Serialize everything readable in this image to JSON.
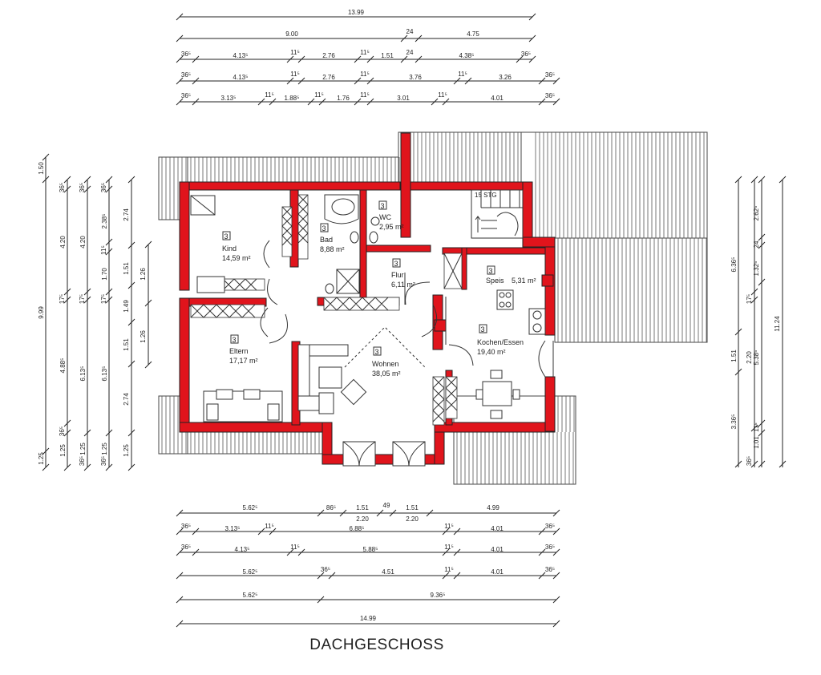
{
  "title": "DACHGESCHOSS",
  "colors": {
    "wall": "#e0141c",
    "line": "#222222",
    "background": "#ffffff"
  },
  "rooms": [
    {
      "id": "kind",
      "num": "3",
      "name": "Kind",
      "area": "14,59 m²"
    },
    {
      "id": "bad",
      "num": "3",
      "name": "Bad",
      "area": "8,88 m²"
    },
    {
      "id": "wc",
      "num": "3",
      "name": "WC",
      "area": "2,95 m²"
    },
    {
      "id": "flur",
      "num": "3",
      "name": "Flur",
      "area": "6,11 m²"
    },
    {
      "id": "speis",
      "num": "3",
      "name": "Speis",
      "area": "5,31 m²"
    },
    {
      "id": "kochen",
      "num": "3",
      "name": "Kochen/Essen",
      "area": "19,40 m²"
    },
    {
      "id": "eltern",
      "num": "3",
      "name": "Eltern",
      "area": "17,17 m²"
    },
    {
      "id": "wohnen",
      "num": "3",
      "name": "Wohnen",
      "area": "38,05 m²"
    }
  ],
  "stair_label": "15 STG",
  "top_dims": {
    "row1": [
      "13.99"
    ],
    "row2": [
      "9.00",
      "24",
      "4.75"
    ],
    "row3": [
      "36⁵",
      "4.13⁵",
      "11⁵",
      "2.76",
      "11⁵",
      "1.51",
      "24",
      "4.38⁵",
      "36⁵"
    ],
    "row4": [
      "36⁵",
      "4.13⁵",
      "11⁵",
      "2.76",
      "11⁵",
      "3.76",
      "11⁵",
      "3.26",
      "36⁵"
    ],
    "row5": [
      "36⁵",
      "3.13⁵",
      "11⁵",
      "1.88⁵",
      "11⁵",
      "1.76",
      "11⁵",
      "3.01",
      "11⁵",
      "4.01",
      "36⁵"
    ]
  },
  "bottom_dims": {
    "row1": [
      "5.62⁵",
      "86⁵",
      "1.51",
      "49",
      "1.51",
      "4.99"
    ],
    "row1b": [
      "2.20",
      "2.20"
    ],
    "row2": [
      "36⁵",
      "3.13⁵",
      "11⁵",
      "6.88⁵",
      "11⁵",
      "4.01",
      "36⁵"
    ],
    "row3": [
      "36⁵",
      "4.13⁵",
      "11⁵",
      "5.88⁵",
      "11⁵",
      "4.01",
      "36⁵"
    ],
    "row4": [
      "5.62⁵",
      "36⁵",
      "4.51",
      "11⁵",
      "4.01",
      "36⁵"
    ],
    "row5": [
      "5.62⁵",
      "9.36⁵"
    ],
    "row6": [
      "14.99"
    ]
  },
  "left_dims": {
    "col1": [
      "1.50",
      "9.99",
      "1.25"
    ],
    "col2": [
      "36⁵",
      "4.20",
      "17⁵",
      "4.88⁵",
      "36⁵",
      "1.25"
    ],
    "col3": [
      "36⁵",
      "4.20",
      "17⁵",
      "6.13⁵",
      "36⁵",
      "1.25"
    ],
    "col4": [
      "36⁵",
      "2.38⁵",
      "11⁵",
      "1.70",
      "17⁵",
      "6.13⁵",
      "36⁵",
      "1.25"
    ],
    "col5": [
      "2.74",
      "1.51",
      "1.49",
      "1.51",
      "2.74",
      "1.25"
    ],
    "col6": [
      "1.26",
      "1.26"
    ]
  },
  "right_dims": {
    "col1": [
      "6.36⁵",
      "1.51",
      "3.36⁵"
    ],
    "col2": [
      "17⁵",
      "2.20",
      "36⁵"
    ],
    "col3": [
      "2.62⁵",
      "24",
      "1.32⁵",
      "5.38⁵",
      "1.01",
      "11⁵"
    ],
    "col4": [
      "11.24"
    ]
  }
}
